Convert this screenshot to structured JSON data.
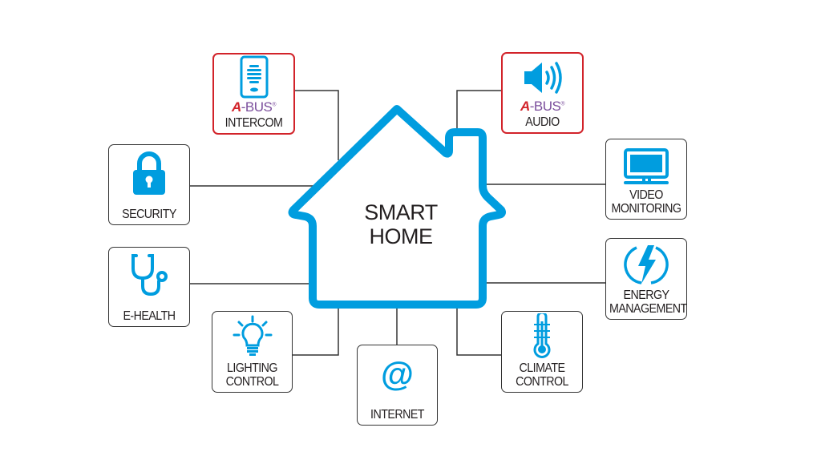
{
  "title": {
    "line1": "SMART",
    "line2": "HOME"
  },
  "colors": {
    "accent": "#009ddf",
    "highlight_border": "#d2232a",
    "brand_purple": "#7b4e9c",
    "line": "#333333"
  },
  "nodes": {
    "intercom": {
      "label": "INTERCOM",
      "brand": "A-BUS",
      "brand_a": "A",
      "brand_rest": "BUS",
      "icon": "intercom-icon"
    },
    "audio": {
      "label": "AUDIO",
      "brand": "A-BUS",
      "brand_a": "A",
      "brand_rest": "BUS",
      "icon": "speaker-icon"
    },
    "security": {
      "label": "SECURITY",
      "icon": "lock-icon"
    },
    "video": {
      "label1": "VIDEO",
      "label2": "MONITORING",
      "icon": "monitor-icon"
    },
    "ehealth": {
      "label": "E-HEALTH",
      "icon": "stethoscope-icon"
    },
    "energy": {
      "label1": "ENERGY",
      "label2": "MANAGEMENT",
      "icon": "lightning-icon"
    },
    "lighting": {
      "label1": "LIGHTING",
      "label2": "CONTROL",
      "icon": "lightbulb-icon"
    },
    "internet": {
      "label": "INTERNET",
      "icon": "at-icon",
      "glyph": "@"
    },
    "climate": {
      "label1": "CLIMATE",
      "label2": "CONTROL",
      "icon": "thermometer-icon"
    }
  },
  "registered_mark": "®"
}
